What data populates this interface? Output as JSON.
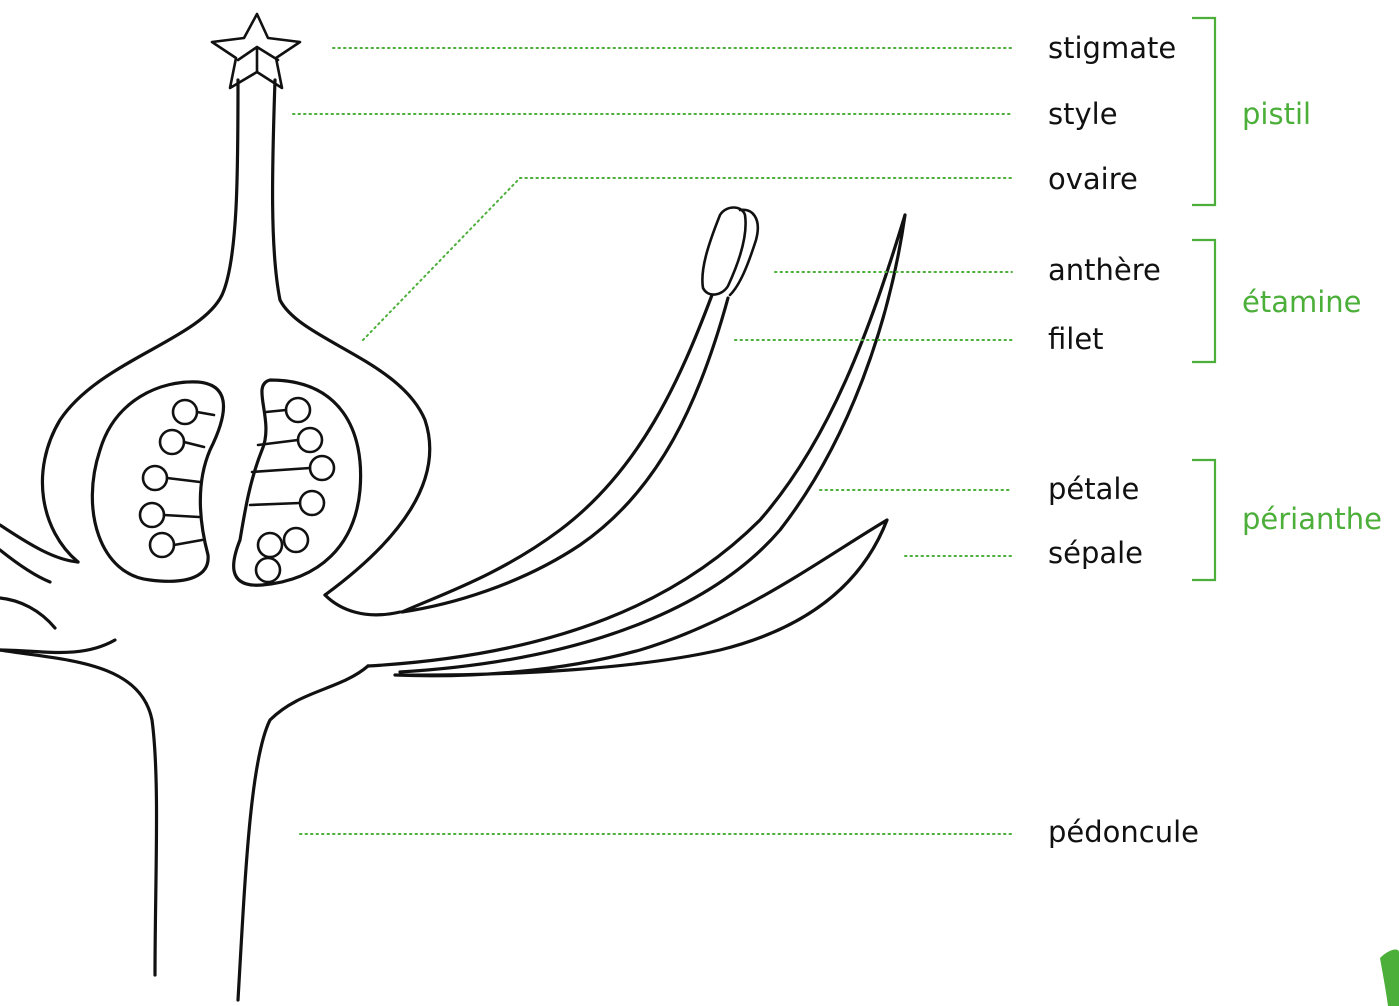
{
  "colors": {
    "ink": "#111111",
    "accent": "#4caf3a",
    "background": "#ffffff"
  },
  "labels": {
    "stigmate": "stigmate",
    "style": "style",
    "ovaire": "ovaire",
    "anthere": "anthère",
    "filet": "filet",
    "petale": "pétale",
    "sepale": "sépale",
    "pedoncule": "pédoncule"
  },
  "groups": {
    "pistil": "pistil",
    "etamine": "étamine",
    "perianthe": "périanthe"
  },
  "logo_icon": "green-leaf-icon"
}
